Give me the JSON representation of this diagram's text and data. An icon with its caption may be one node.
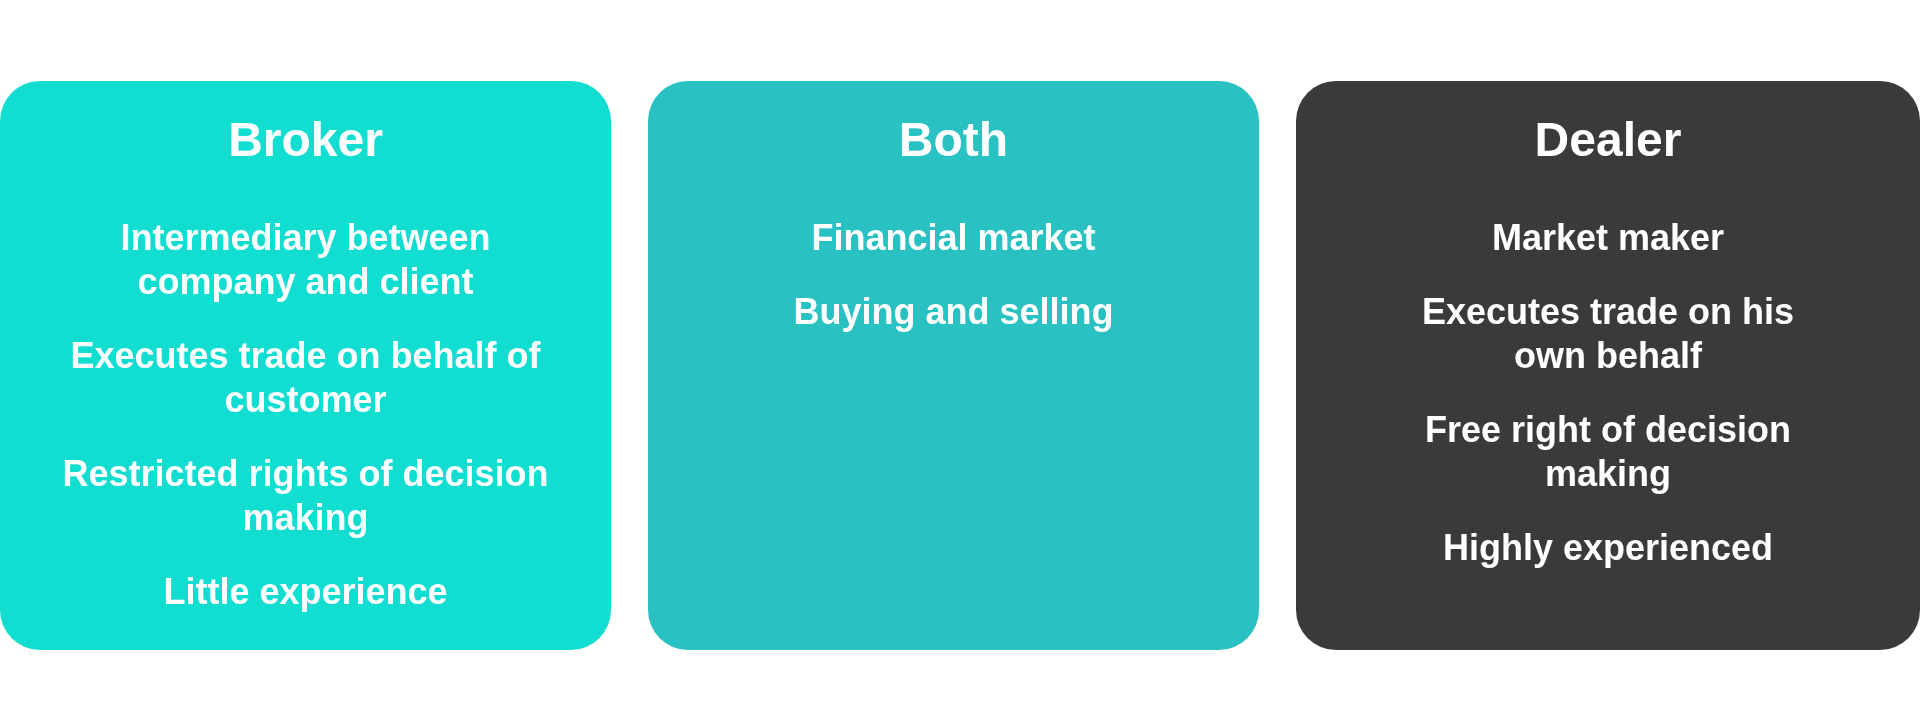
{
  "diagram": {
    "nodes": [
      {
        "text": [
          "Broker",
          "Intermediary between company and client",
          "Executes trade on behalf of customer",
          "Restricted rights of decision making",
          "Little experience"
        ]
      },
      {
        "text": [
          "Both",
          "Financial market",
          "Buying and selling"
        ]
      },
      {
        "text": [
          "Dealer",
          "Market maker",
          "Executes trade on his own behalf",
          "Free right of decision making",
          "Highly experienced"
        ]
      }
    ],
    "edges": []
  }
}
